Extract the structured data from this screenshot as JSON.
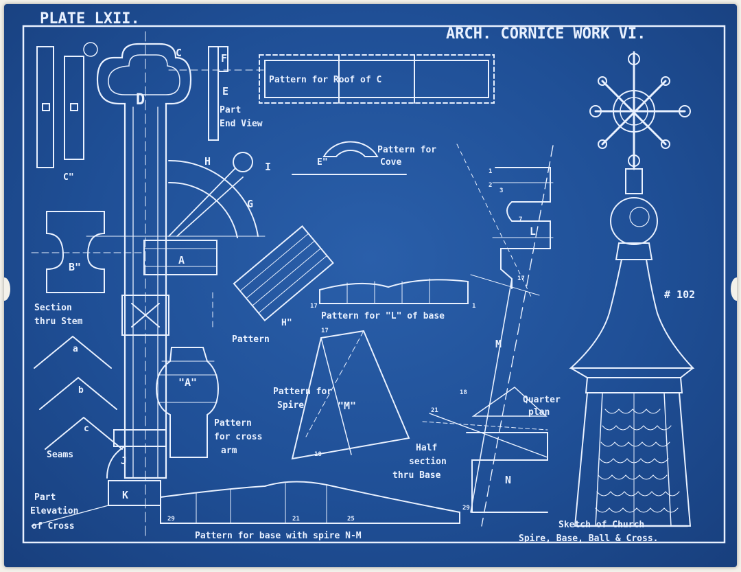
{
  "header": {
    "plate": "PLATE LXII.",
    "title": "ARCH. CORNICE WORK VI."
  },
  "plate_number": "# 102",
  "parts": {
    "C": "C",
    "D": "D",
    "E": "E",
    "F": "F",
    "G": "G",
    "H": "H",
    "I": "I",
    "J": "J",
    "K": "K",
    "L": "L",
    "M": "M",
    "N": "N",
    "A": "A",
    "C_prime": "C\"",
    "B_prime": "B\"",
    "A_prime": "\"A\"",
    "E_prime": "E\"",
    "H_prime": "H\"",
    "M_prime": "\"M\"",
    "a": "a",
    "b": "b",
    "c": "c"
  },
  "notes": {
    "part_end_view_1": "Part",
    "part_end_view_2": "End View",
    "pattern_roof": "Pattern  for  Roof  of  C",
    "pattern_cove_1": "Pattern for",
    "pattern_cove_2": "Cove",
    "section_stem_1": "Section",
    "section_stem_2": "thru Stem",
    "pattern_h": "Pattern",
    "pattern_l": "Pattern for \"L\" of base",
    "pattern_spire_1": "Pattern for",
    "pattern_spire_2": "Spire",
    "pattern_arm_1": "Pattern",
    "pattern_arm_2": "for cross",
    "pattern_arm_3": "arm",
    "seams": "Seams",
    "part_elev_1": "Part",
    "part_elev_2": "Elevation",
    "part_elev_3": "of Cross",
    "pattern_base": "Pattern  for  base  with  spire N-M",
    "quarter_plan_1": "Quarter",
    "quarter_plan_2": "plan",
    "half_section_1": "Half",
    "half_section_2": "section",
    "half_section_3": "thru Base",
    "sketch_1": "Sketch  of  Church",
    "sketch_2": "Spire, Base, Ball & Cross."
  },
  "numbers": {
    "n1": "1",
    "n2": "2",
    "n3": "3",
    "n17a": "17",
    "n17b": "17",
    "n17c": "17",
    "n18a": "18",
    "n18b": "18",
    "n21a": "21",
    "n21b": "21",
    "n25": "25",
    "n29a": "29",
    "n29b": "29",
    "n1b": "1",
    "n7": "7"
  },
  "colors": {
    "paper": "#1f4f96",
    "ink": "#e9f1ff"
  }
}
